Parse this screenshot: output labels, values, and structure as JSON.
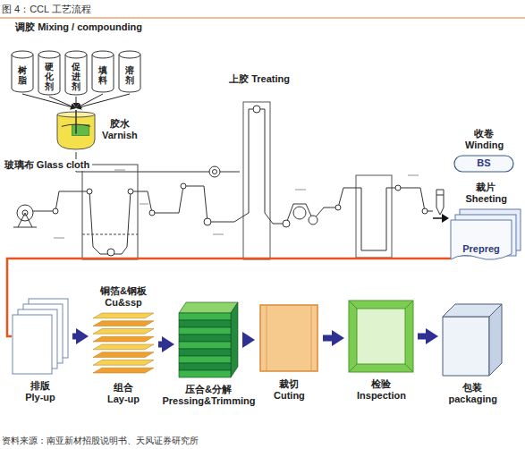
{
  "diagram": {
    "title": "图 4：CCL 工艺流程",
    "caption": "资料来源：南亚新材招股说明书、天风证券研究所",
    "nodes": [
      {
        "text": [
          "树脂"
        ]
      },
      {
        "text": [
          "硬化剂"
        ]
      },
      {
        "text": [
          "促进剂"
        ]
      },
      {
        "text": [
          "填料"
        ]
      },
      {
        "text": [
          "溶剂"
        ]
      },
      {
        "text": [
          "胶水 Varnish"
        ]
      },
      {
        "text": [
          "收卷 Winding",
          "BS"
        ]
      },
      {
        "text": [
          "裁片 Sheeting",
          "Prepreg"
        ]
      },
      {
        "text": [
          "排版 Ply-up"
        ]
      },
      {
        "text": [
          "铜箔&钢板 Cu&ssp",
          "组合 Lay-up"
        ]
      },
      {
        "text": [
          "压合&分解 Pressing&Trimming"
        ]
      },
      {
        "text": [
          "裁切 Cuting"
        ]
      },
      {
        "text": [
          "检验 Inspection"
        ]
      },
      {
        "text": [
          "包装 packaging"
        ]
      }
    ],
    "edges": [
      {
        "from": 0,
        "to": 5,
        "arrow": "to"
      },
      {
        "from": 1,
        "to": 5,
        "arrow": "to"
      },
      {
        "from": 2,
        "to": 5,
        "arrow": "to"
      },
      {
        "from": 3,
        "to": 5,
        "arrow": "to"
      },
      {
        "from": 4,
        "to": 5,
        "arrow": "to"
      },
      {
        "from": 7,
        "to": 8,
        "arrow": "none"
      },
      {
        "from": 8,
        "to": 9,
        "arrow": "to"
      },
      {
        "from": 9,
        "to": 10,
        "arrow": "to"
      },
      {
        "from": 10,
        "to": 11,
        "arrow": "to"
      },
      {
        "from": 11,
        "to": 12,
        "arrow": "to"
      },
      {
        "from": 12,
        "to": 13,
        "arrow": "to"
      }
    ],
    "labels": [
      "调胶 Mixing / compounding",
      "上胶 Treating",
      "玻璃布 Glass cloth"
    ]
  }
}
